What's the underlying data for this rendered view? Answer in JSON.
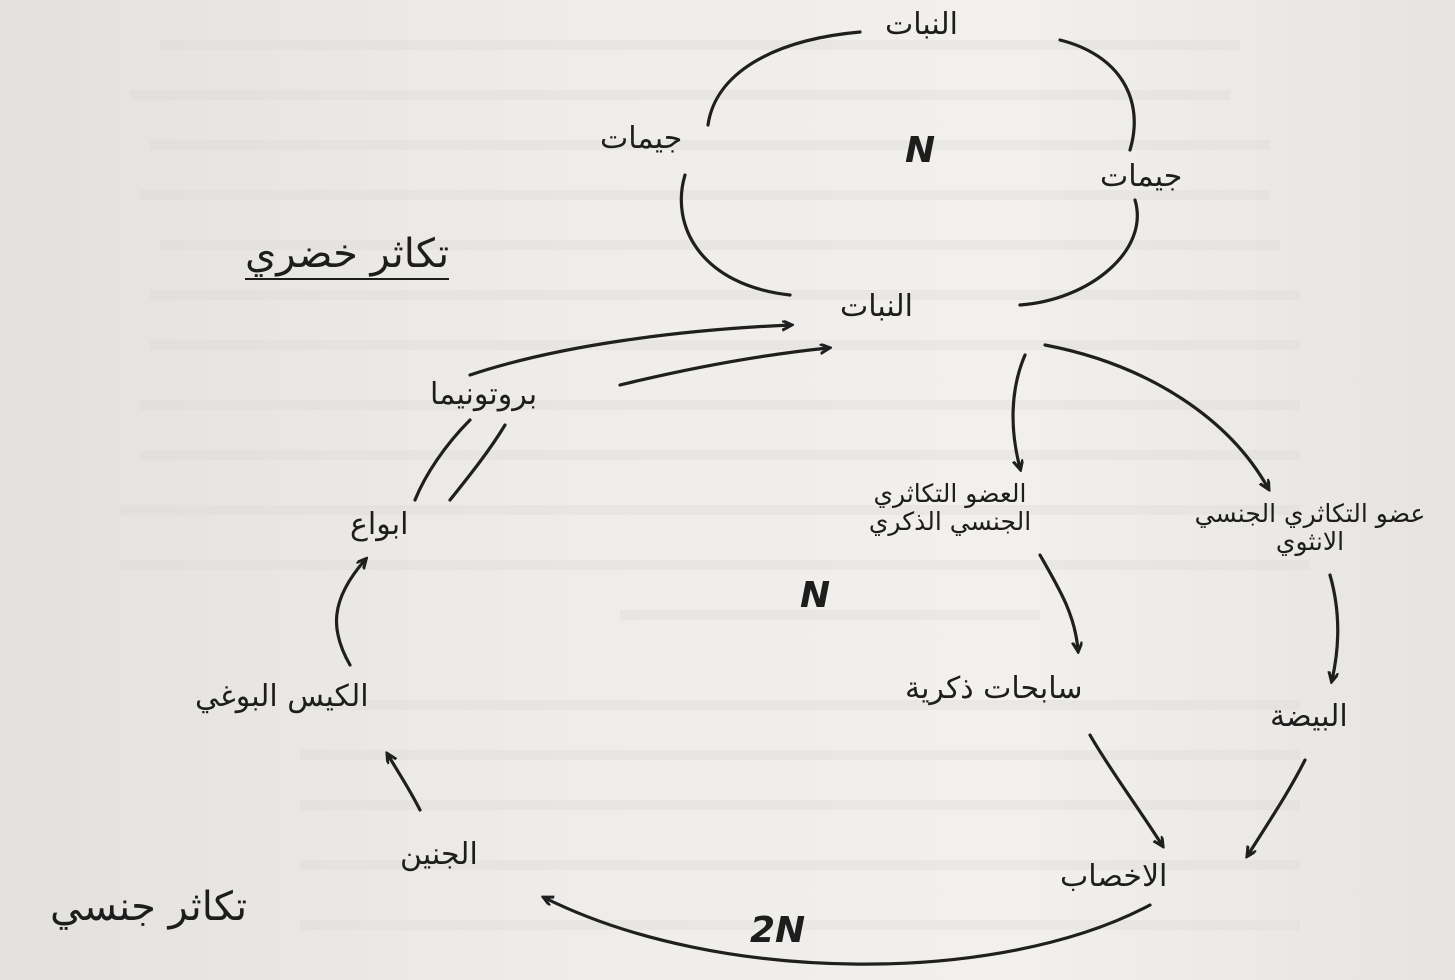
{
  "labels": {
    "plant_top": "النبات",
    "plant_mid": "النبات",
    "spores_left": "جيمات",
    "spores_right": "جيمات",
    "veg_repro": "تكاثر خضري",
    "protonema": "بروتونيما",
    "buds": "ابواع",
    "male_organ": "العضو التكاثري الجنسي الذكري",
    "female_organ": "عضو التكاثري الجنسي الانثوي",
    "sperm": "سابحات ذكرية",
    "egg": "البيضة",
    "fertilization": "الاخصاب",
    "embryo": "الجنين",
    "spore_sac": "الكيس البوغي",
    "sex_repro": "تكاثر جنسي"
  },
  "ploidy": {
    "top": "N",
    "middle": "N",
    "bottom": "2N"
  },
  "colors": {
    "ink": "#1d1d1d",
    "paper": "#efedea"
  }
}
